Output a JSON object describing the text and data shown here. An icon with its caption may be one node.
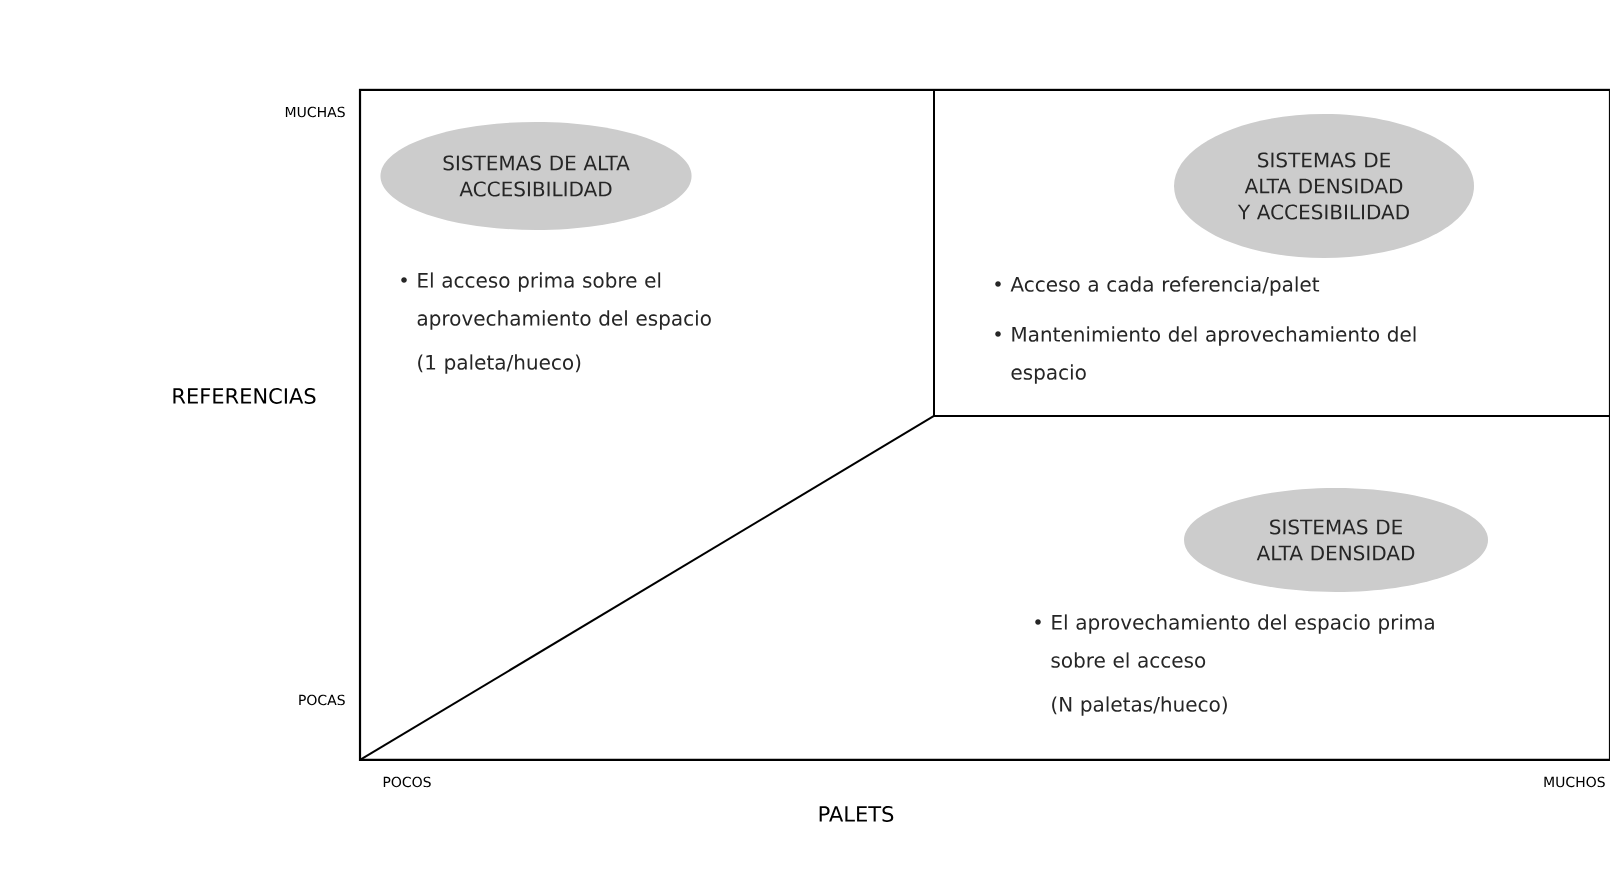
{
  "diagram": {
    "nodes": [
      {
        "text": [
          "SISTEMAS DE ALTA ACCESIBILIDAD"
        ],
        "beside": [
          "El acceso prima sobre el aprovechamiento del espacio",
          "(1 paleta/hueco)"
        ]
      },
      {
        "text": [
          "SISTEMAS DE ALTA DENSIDAD Y ACCESIBILIDAD"
        ],
        "beside": [
          "Acceso a cada referencia/palet",
          "Mantenimiento del aprovechamiento del espacio"
        ]
      },
      {
        "text": [
          "SISTEMAS DE ALTA DENSIDAD"
        ],
        "beside": [
          "El aprovechamiento del espacio prima sobre el acceso",
          "(N paletas/hueco)"
        ]
      }
    ],
    "labels": [
      "MUCHAS",
      "REFERENCIAS",
      "POCAS",
      "POCOS",
      "MUCHOS",
      "PALETS"
    ]
  }
}
